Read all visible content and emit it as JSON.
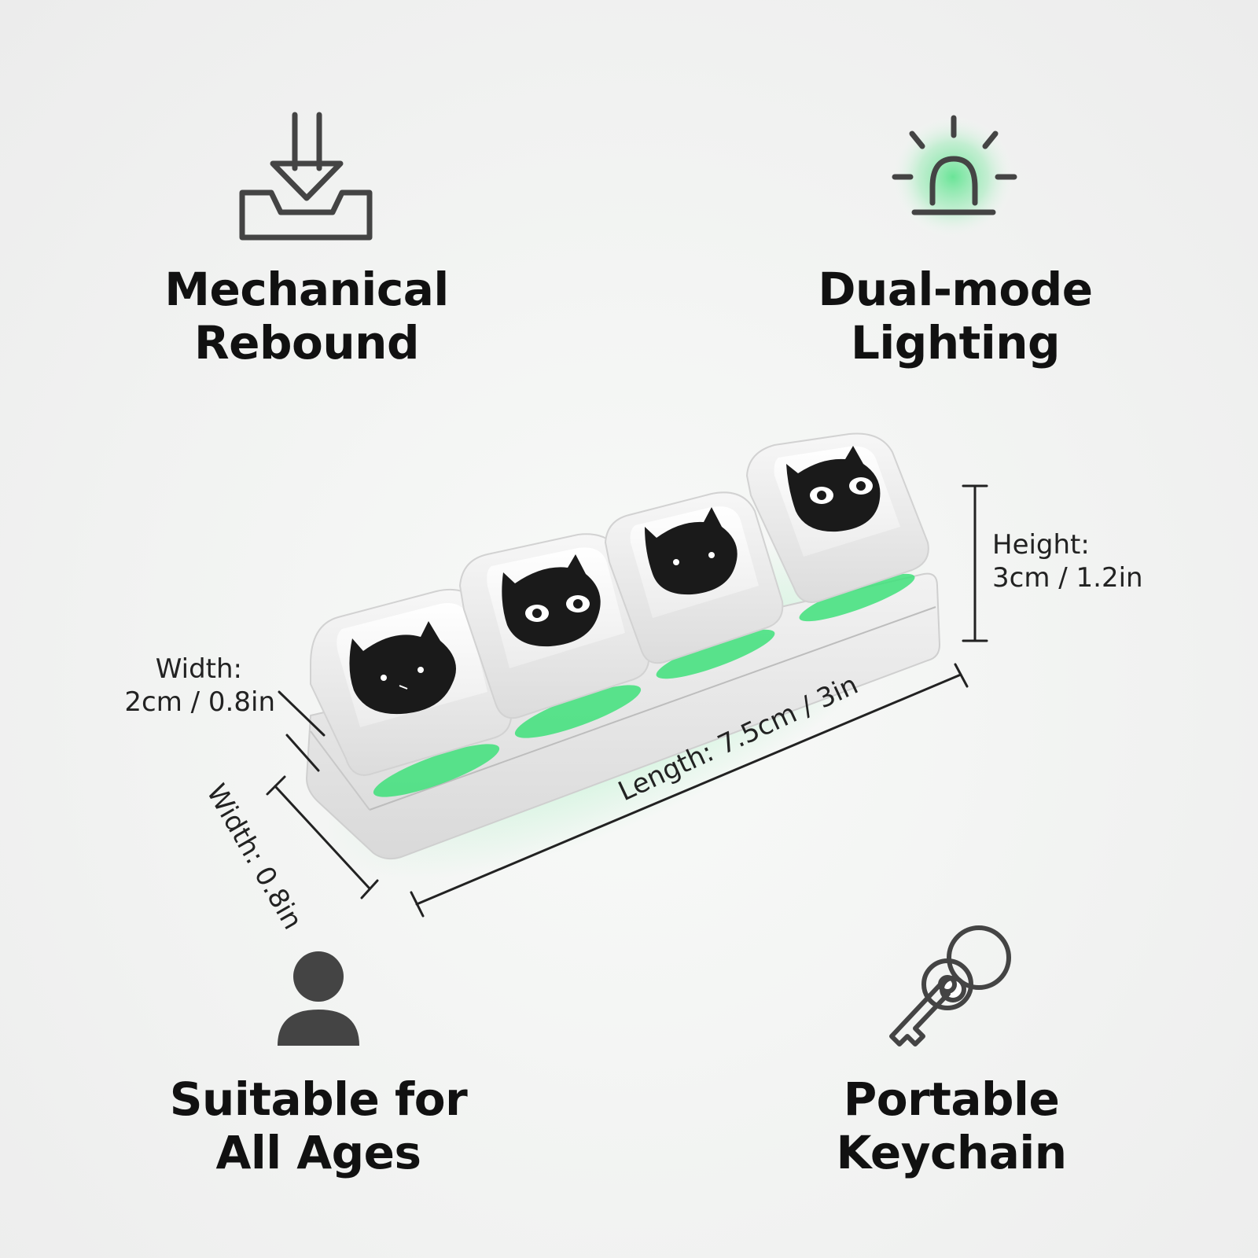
{
  "features": {
    "mechanical": {
      "line1": "Mechanical",
      "line2": "Rebound",
      "icon": "download-tray-icon"
    },
    "lighting": {
      "line1": "Dual-mode",
      "line2": "Lighting",
      "icon": "alarm-light-icon"
    },
    "ages": {
      "line1": "Suitable for",
      "line2": "All Ages",
      "icon": "person-icon"
    },
    "keychain": {
      "line1": "Portable",
      "line2": "Keychain",
      "icon": "key-ring-icon"
    }
  },
  "dimensions": {
    "height": {
      "line1": "Height:",
      "line2": "3cm / 1.2in"
    },
    "width_top": {
      "line1": "Width:",
      "line2": "2cm / 0.8in"
    },
    "length": "Length: 7.5cm / 3in",
    "width_side": "Width: 0.8in"
  },
  "colors": {
    "glow": "#3ee07a",
    "icon": "#444444",
    "text": "#111111"
  }
}
